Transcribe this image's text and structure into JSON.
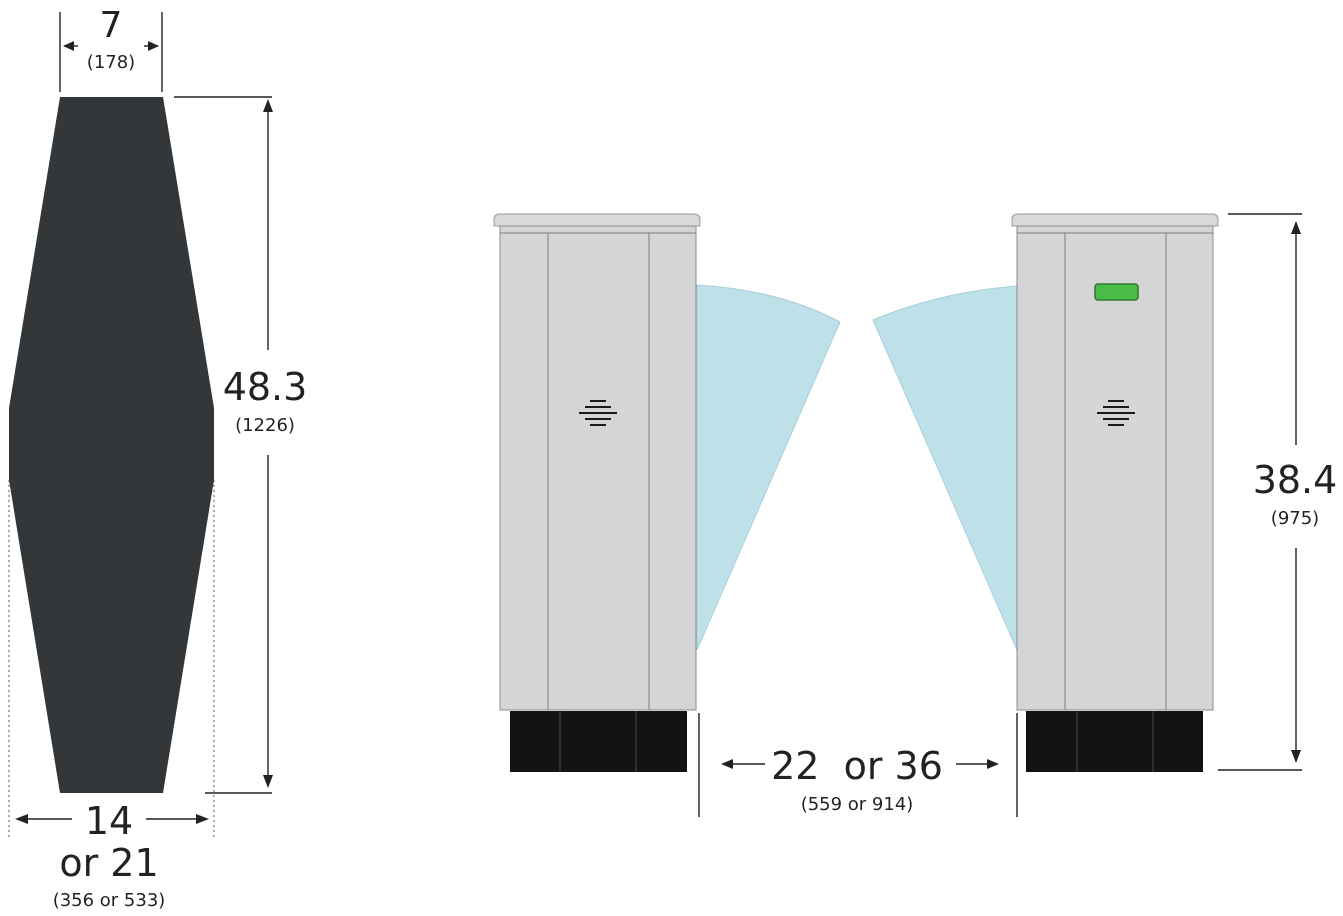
{
  "top_width": {
    "value": "7",
    "metric": "(178)"
  },
  "height_left": {
    "value": "48.3",
    "metric": "(1226)"
  },
  "bottom_width": {
    "value": "14",
    "value_alt": "or 21",
    "metric": "(356 or 533)"
  },
  "passage_width": {
    "value": "22  or 36",
    "metric": "(559 or 914)"
  },
  "height_right": {
    "value": "38.4",
    "metric": "(975)"
  },
  "colors": {
    "housing": "#d4d5d7",
    "glass": "#bee0e9",
    "base": "#131314",
    "silhouette": "#333739",
    "indicator": "#4cbc48"
  }
}
